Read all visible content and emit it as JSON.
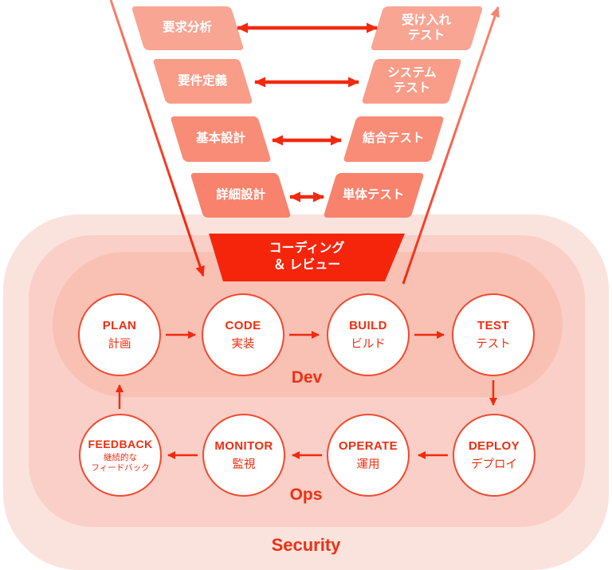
{
  "diagram_title": "V-model to DevSecOps pipeline",
  "v_model": {
    "left_column": [
      {
        "lines": [
          "要求分析"
        ]
      },
      {
        "lines": [
          "要件定義"
        ]
      },
      {
        "lines": [
          "基本設計"
        ]
      },
      {
        "lines": [
          "詳細設計"
        ]
      }
    ],
    "right_column": [
      {
        "lines": [
          "受け入れ",
          "テスト"
        ]
      },
      {
        "lines": [
          "システム",
          "テスト"
        ]
      },
      {
        "lines": [
          "結合テスト"
        ]
      },
      {
        "lines": [
          "単体テスト"
        ]
      }
    ],
    "coding_block": {
      "line1": "コーディング",
      "line2": "＆ レビュー"
    }
  },
  "pipeline": {
    "dev_label": "Dev",
    "ops_label": "Ops",
    "security_label": "Security",
    "dev_stages": [
      {
        "en": "PLAN",
        "jp": "計画"
      },
      {
        "en": "CODE",
        "jp": "実装"
      },
      {
        "en": "BUILD",
        "jp": "ビルド"
      },
      {
        "en": "TEST",
        "jp": "テスト"
      }
    ],
    "ops_stages": [
      {
        "en": "DEPLOY",
        "jp": "デプロイ"
      },
      {
        "en": "OPERATE",
        "jp": "運用"
      },
      {
        "en": "MONITOR",
        "jp": "監視"
      },
      {
        "en": "FEEDBACK",
        "jp_lines": [
          "継続的な",
          "フィードバック"
        ]
      }
    ]
  },
  "colors": {
    "accent_red": "#F3290E",
    "coding_block_red": "#F5250C",
    "circle_outline": "#F04A30",
    "circle_text": "#F02D10",
    "label_red": "#EE3012",
    "v_row_colors": [
      "#F9A593",
      "#F99C88",
      "#F98C77",
      "#F8826C"
    ],
    "container_outer": "#FBE3DD",
    "container_middle": "#F9CFC7",
    "container_inner": "#F8C1B4",
    "long_arrow_salmon": "#F8826E",
    "box_text": "#FFFFFF"
  }
}
